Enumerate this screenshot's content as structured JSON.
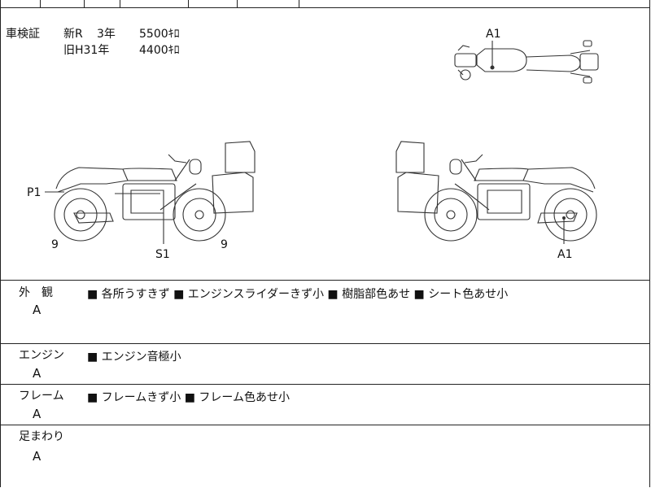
{
  "inspection": {
    "label": "車検証",
    "new": {
      "label": "新R",
      "year": "3年",
      "price": "5500ｷﾛ"
    },
    "old": {
      "label": "旧H31年",
      "price": "4400ｷﾛ"
    }
  },
  "diagram": {
    "top_label": "A1",
    "left_labels": {
      "p1": "P1",
      "s1": "S1",
      "left_tire": "9",
      "right_tire": "9"
    },
    "right_label": "A1"
  },
  "sections": [
    {
      "title": "外　観",
      "grade": "A",
      "notes": "■ 各所うすきず ■ エンジンスライダーきず小 ■ 樹脂部色あせ ■ シート色あせ小"
    },
    {
      "title": "エンジン",
      "grade": "A",
      "notes": "■ エンジン音極小"
    },
    {
      "title": "フレーム",
      "grade": "A",
      "notes": "■ フレームきず小 ■ フレーム色あせ小"
    },
    {
      "title": "足まわり",
      "grade": "A",
      "notes": ""
    }
  ]
}
